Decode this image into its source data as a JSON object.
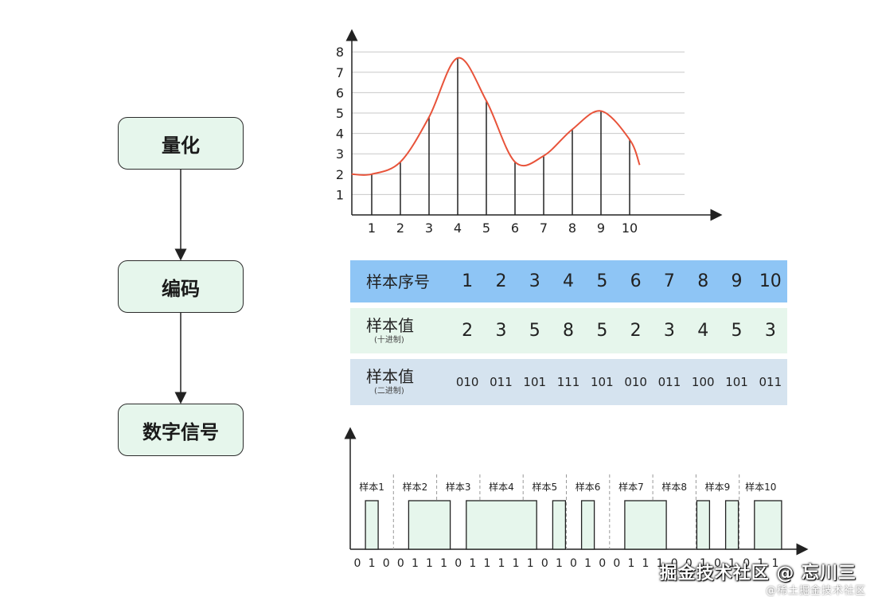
{
  "flow": {
    "step1": "量化",
    "step2": "编码",
    "step3": "数字信号"
  },
  "top_chart": {
    "x_ticks": [
      "1",
      "2",
      "3",
      "4",
      "5",
      "6",
      "7",
      "8",
      "9",
      "10"
    ],
    "y_ticks": [
      "1",
      "2",
      "3",
      "4",
      "5",
      "6",
      "7",
      "8"
    ],
    "samples": [
      {
        "x": 1,
        "y": 2
      },
      {
        "x": 2,
        "y": 2.6
      },
      {
        "x": 3,
        "y": 4.8
      },
      {
        "x": 4,
        "y": 7.7
      },
      {
        "x": 5,
        "y": 5.6
      },
      {
        "x": 6,
        "y": 2.6
      },
      {
        "x": 7,
        "y": 2.9
      },
      {
        "x": 8,
        "y": 4.2
      },
      {
        "x": 9,
        "y": 5.1
      },
      {
        "x": 10,
        "y": 3.7
      }
    ],
    "curve_color": "#e8533a"
  },
  "table": {
    "row1": {
      "label": "样本序号",
      "cells": [
        "1",
        "2",
        "3",
        "4",
        "5",
        "6",
        "7",
        "8",
        "9",
        "10"
      ],
      "color": "#8ec5f5"
    },
    "row2": {
      "label": "样本值",
      "sub": "(十进制)",
      "cells": [
        "2",
        "3",
        "5",
        "8",
        "5",
        "2",
        "3",
        "4",
        "5",
        "3"
      ],
      "color": "#e6f6ec"
    },
    "row3": {
      "label": "样本值",
      "sub": "(二进制)",
      "cells": [
        "010",
        "011",
        "101",
        "111",
        "101",
        "010",
        "011",
        "100",
        "101",
        "011"
      ],
      "color": "#d5e3ef"
    }
  },
  "signal": {
    "labels": [
      "样本1",
      "样本2",
      "样本3",
      "样本4",
      "样本5",
      "样本6",
      "样本7",
      "样本8",
      "样本9",
      "样本10"
    ],
    "bits": "010011101111101010011100101011",
    "fill": "#e6f6ec"
  },
  "watermark": {
    "main": "掘金技术社区 @ 忘川三",
    "sub": "@稀土掘金技术社区"
  }
}
